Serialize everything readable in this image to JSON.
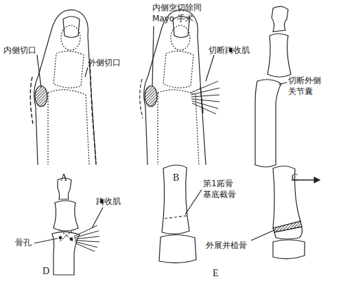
{
  "diagram": {
    "labels": [
      "内侧切口",
      "外侧切口",
      "A",
      "内侧突切除同 Mayo 手术",
      "切断踇收肌",
      "B",
      "切断外侧 关节囊",
      "C",
      "踇收肌",
      "骨孔",
      "D",
      "第1跖骨 基底截骨",
      "外展并植骨",
      "E"
    ]
  }
}
